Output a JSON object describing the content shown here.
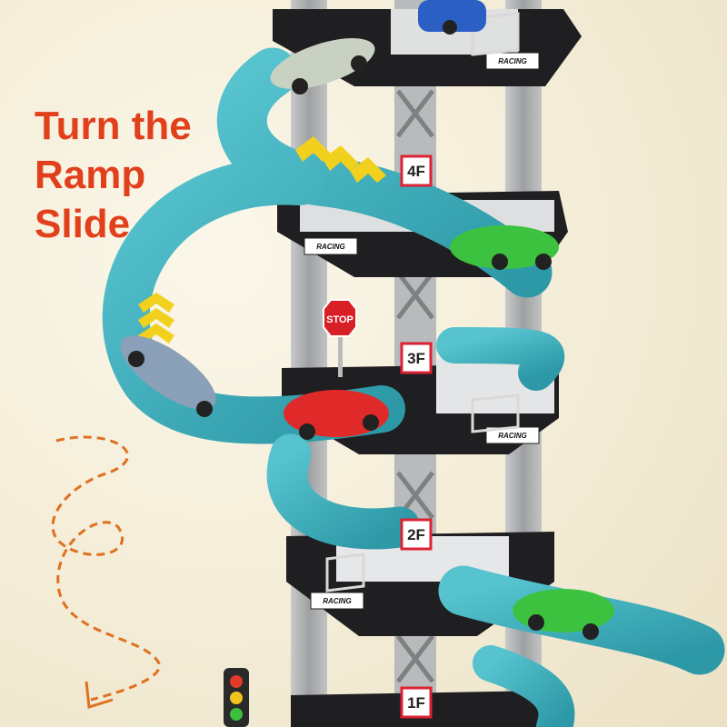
{
  "headline": {
    "line1": "Turn the",
    "line2": "Ramp",
    "line3": "Slide"
  },
  "floors": [
    "4F",
    "3F",
    "2F",
    "1F"
  ],
  "signs": {
    "stop": "STOP",
    "racing": "RACING"
  },
  "colors": {
    "headline": "#e2401c",
    "track": "#3ba9b7",
    "pillar": "#a9abac",
    "platform": "#1f1f21",
    "arrow_path": "#e0701f",
    "chevrons": "#f2d11e"
  },
  "cars": [
    {
      "name": "silver sports car",
      "color": "#c9d2c2"
    },
    {
      "name": "blue car",
      "color": "#2b5fc4"
    },
    {
      "name": "green car",
      "color": "#3cc23f"
    },
    {
      "name": "red car",
      "color": "#e02a2a"
    },
    {
      "name": "chrome sports car",
      "color": "#8aa0b8"
    },
    {
      "name": "green car lower",
      "color": "#3cc23f"
    }
  ]
}
